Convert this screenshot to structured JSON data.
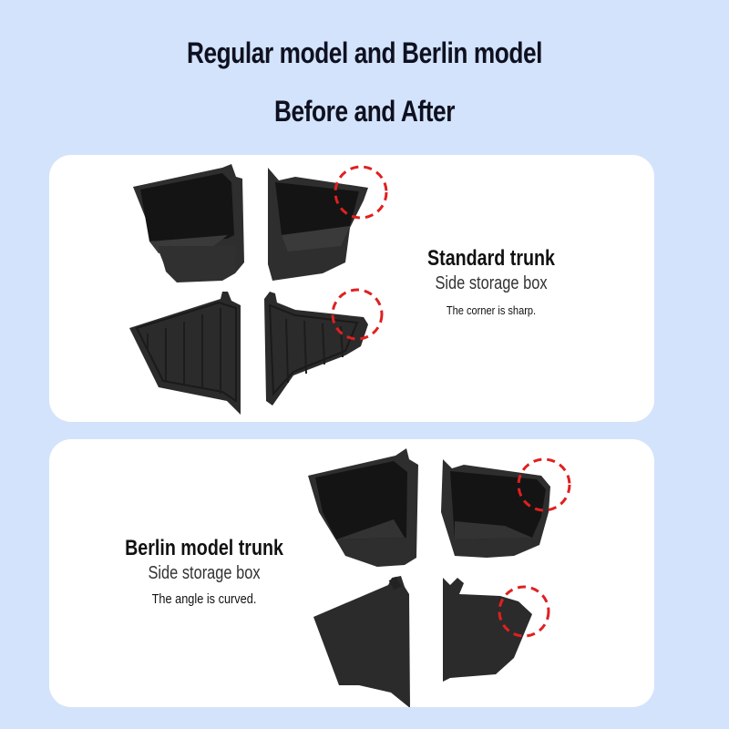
{
  "header": {
    "title_line1": "Regular model and Berlin model",
    "title_line2": "Before and After"
  },
  "panels": [
    {
      "heading": "Standard trunk",
      "subheading": "Side storage box",
      "note": "The corner is sharp.",
      "image": "standard-side-storage-boxes-with-sharp-corner-highlighted",
      "highlight_color": "#e02020"
    },
    {
      "heading": "Berlin model trunk",
      "subheading": "Side storage box",
      "note": "The angle is curved.",
      "image": "berlin-side-storage-boxes-with-curved-corner-highlighted",
      "highlight_color": "#e02020"
    }
  ],
  "colors": {
    "background": "#d3e3fb",
    "panel": "#ffffff",
    "product": "#2b2b2b",
    "highlight": "#e02020"
  }
}
